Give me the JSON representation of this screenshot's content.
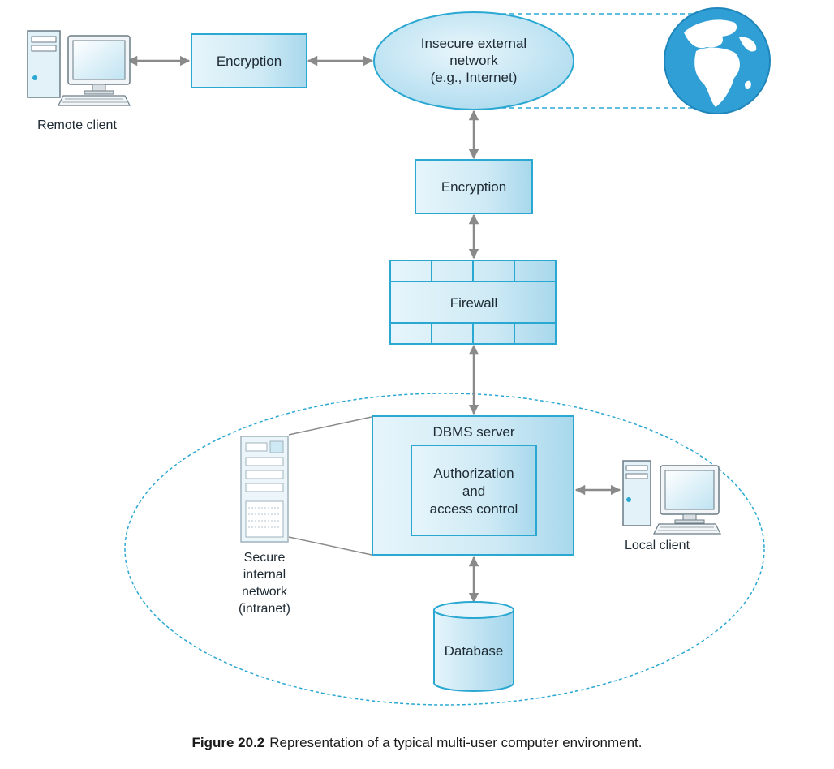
{
  "nodes": {
    "remote_client": "Remote client",
    "encryption_top": "Encryption",
    "external_network": [
      "Insecure external",
      "network",
      "(e.g., Internet)"
    ],
    "encryption_mid": "Encryption",
    "firewall": "Firewall",
    "dbms_server": "DBMS server",
    "authorization": [
      "Authorization",
      "and",
      "access control"
    ],
    "local_client": "Local client",
    "internal_network": [
      "Secure",
      "internal",
      "network",
      "(intranet)"
    ],
    "database": "Database"
  },
  "caption": {
    "figure_number": "Figure 20.2",
    "text": "Representation of a typical multi-user computer environment."
  },
  "colors": {
    "box_fill": "#cfe9f4",
    "box_stroke": "#2aa8d2",
    "arrow": "#8a8a8a",
    "dashed": "#2aa8d2",
    "globe_ocean": "#2f9fd6",
    "globe_land": "#ffffff"
  },
  "icons": [
    "desktop-computer-icon",
    "globe-icon",
    "server-tower-icon",
    "database-cylinder-icon"
  ]
}
